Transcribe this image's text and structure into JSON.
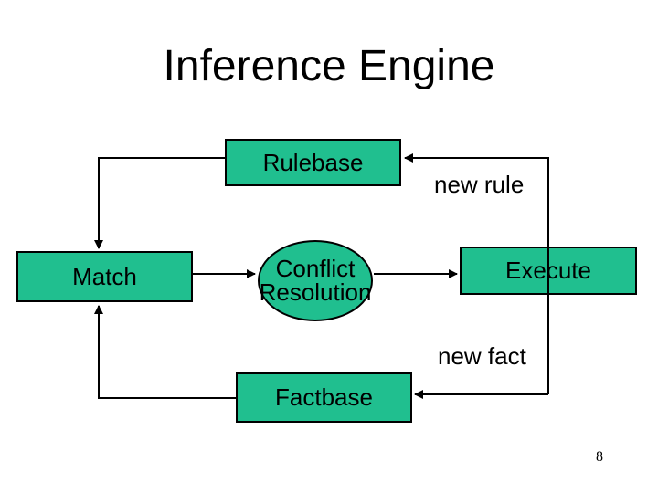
{
  "slide": {
    "title": "Inference Engine",
    "page_number": "8",
    "background": "#FFFFFF"
  },
  "diagram": {
    "colors": {
      "node_fill": "#20BF8F",
      "node_border": "#000000",
      "connector": "#000000",
      "text": "#000000"
    },
    "nodes": {
      "rulebase": {
        "label": "Rulebase",
        "shape": "rectangle"
      },
      "match": {
        "label": "Match",
        "shape": "rectangle"
      },
      "conflict_resolution": {
        "label": "Conflict\nResolution",
        "shape": "ellipse"
      },
      "execute": {
        "label": "Execute",
        "shape": "rectangle"
      },
      "factbase": {
        "label": "Factbase",
        "shape": "rectangle"
      }
    },
    "edge_labels": {
      "new_rule": "new rule",
      "new_fact": "new fact"
    },
    "edges": [
      "Rulebase -> Match",
      "Match -> Conflict Resolution",
      "Conflict Resolution -> Execute",
      "Execute -> Rulebase (new rule)",
      "Execute -> Factbase (new fact)",
      "Factbase -> Match"
    ]
  }
}
